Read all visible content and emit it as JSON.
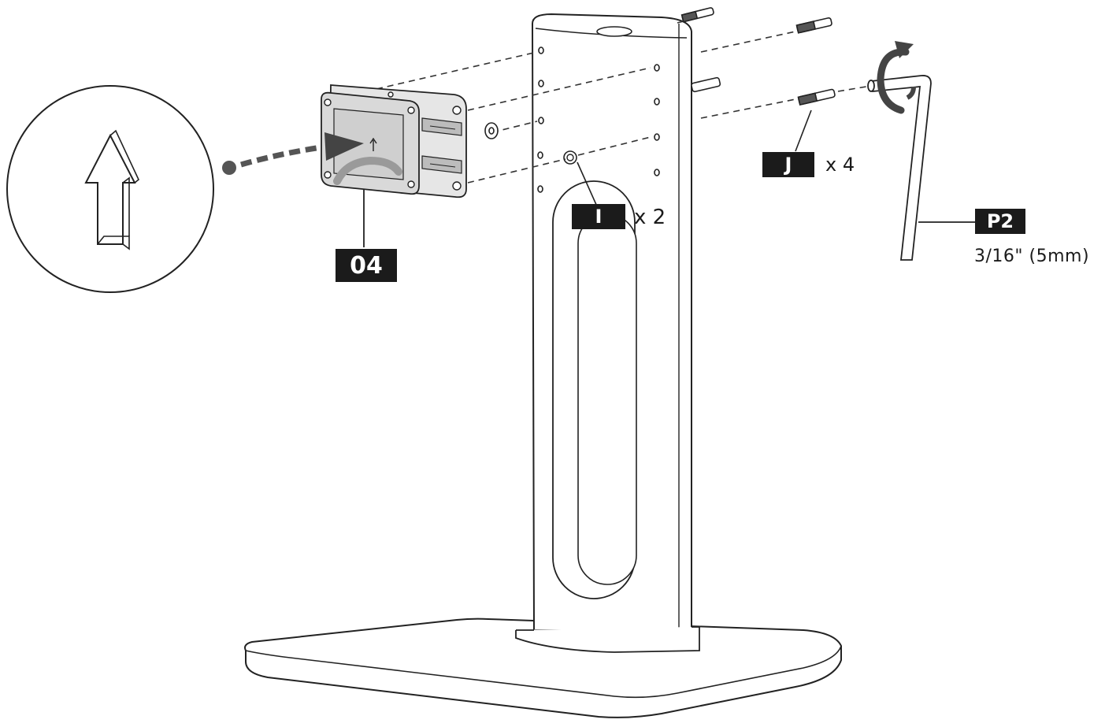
{
  "parts": {
    "bracket": {
      "label": "04"
    },
    "screw_i": {
      "label": "I",
      "qty": "x 2"
    },
    "screw_j": {
      "label": "J",
      "qty": "x 4"
    },
    "hex_key": {
      "label": "P2",
      "size": "3/16\" (5mm)"
    }
  },
  "colors": {
    "ink": "#1b1b1b",
    "label_bg": "#1b1b1b",
    "label_text": "#ffffff",
    "line": "#222222",
    "bracket_fill": "#d9d9d9",
    "arrow_grey": "#555555"
  },
  "icons": {
    "detail_view": "up-arrow-icon",
    "rotate": "rotate-clockwise-icon"
  }
}
